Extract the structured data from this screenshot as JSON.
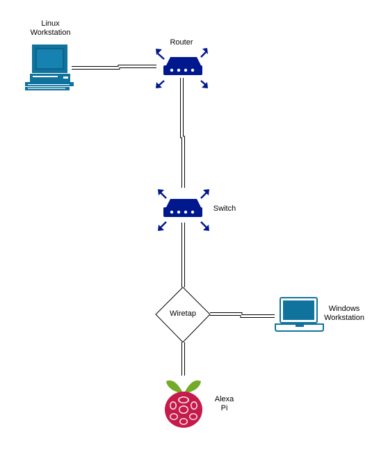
{
  "colors": {
    "router_blue": "#00188D",
    "workstation_blue": "#10739E",
    "workstation_dark": "#23445D",
    "pi_red": "#C51A4A",
    "pi_green": "#75A928",
    "connector": "#000000"
  },
  "nodes": {
    "linux_workstation": {
      "label_line1": "Linux",
      "label_line2": "Workstation",
      "icon": "desktop-computer-icon"
    },
    "router": {
      "label": "Router",
      "icon": "router-icon"
    },
    "switch": {
      "label": "Switch",
      "icon": "switch-icon"
    },
    "wiretap": {
      "label": "Wiretap",
      "shape": "diamond"
    },
    "windows_workstation": {
      "label_line1": "Windows",
      "label_line2": "Workstation",
      "icon": "laptop-icon"
    },
    "alexa_pi": {
      "label_line1": "Alexa",
      "label_line2": "Pi",
      "icon": "raspberry-pi-icon"
    }
  },
  "edges": [
    {
      "from": "linux_workstation",
      "to": "router"
    },
    {
      "from": "router",
      "to": "switch"
    },
    {
      "from": "switch",
      "to": "wiretap"
    },
    {
      "from": "wiretap",
      "to": "windows_workstation"
    },
    {
      "from": "wiretap",
      "to": "alexa_pi"
    }
  ]
}
